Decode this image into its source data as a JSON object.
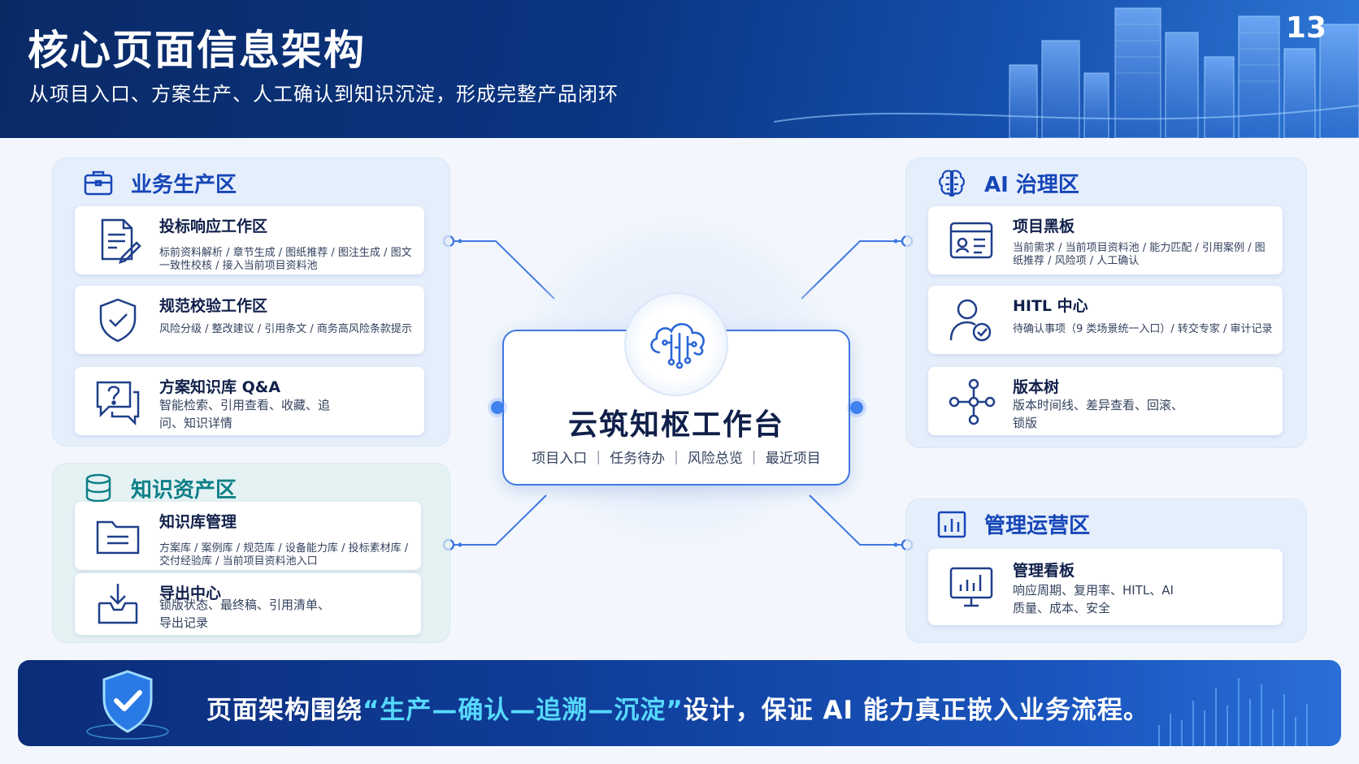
{
  "header": {
    "title": "核心页面信息架构",
    "subtitle": "从项目入口、方案生产、人工确认到知识沉淀，形成完整产品闭环",
    "page_number": "13"
  },
  "colors": {
    "primary": "#1646b8",
    "teal": "#0e7f86",
    "accent_cyan": "#57d9ff",
    "header_dark": "#0a2a66"
  },
  "zones": {
    "business": {
      "title": "业务生产区",
      "icon": "briefcase-icon",
      "cards": [
        {
          "title": "投标响应工作区",
          "desc": "标前资料解析 / 章节生成 / 图纸推荐 / 图注生成 / 图文一致性校核 / 接入当前项目资料池",
          "icon": "document-edit-icon"
        },
        {
          "title": "规范校验工作区",
          "desc": "风险分级 / 整改建议 / 引用条文 / 商务高风险条款提示",
          "icon": "shield-check-icon"
        },
        {
          "title": "方案知识库 Q&A",
          "desc": "智能检索、引用查看、收藏、追问、知识详情",
          "icon": "question-chat-icon"
        }
      ]
    },
    "knowledge": {
      "title": "知识资产区",
      "icon": "database-icon",
      "cards": [
        {
          "title": "知识库管理",
          "desc": "方案库 / 案例库 / 规范库 / 设备能力库 / 投标素材库 / 交付经验库 / 当前项目资料池入口",
          "icon": "folder-icon"
        },
        {
          "title": "导出中心",
          "desc": "锁版状态、最终稿、引用清单、导出记录",
          "icon": "export-tray-icon"
        }
      ]
    },
    "ai": {
      "title": "AI 治理区",
      "icon": "brain-icon",
      "cards": [
        {
          "title": "项目黑板",
          "desc": "当前需求 / 当前项目资料池 / 能力匹配 / 引用案例 / 图纸推荐 / 风险项 / 人工确认",
          "icon": "board-icon"
        },
        {
          "title": "HITL 中心",
          "desc": "待确认事项（9 类场景统一入口）/ 转交专家 / 审计记录",
          "icon": "user-check-icon"
        },
        {
          "title": "版本树",
          "desc": "版本时间线、差异查看、回滚、锁版",
          "icon": "version-tree-icon"
        }
      ]
    },
    "ops": {
      "title": "管理运营区",
      "icon": "bar-chart-icon",
      "cards": [
        {
          "title": "管理看板",
          "desc": "响应周期、复用率、HITL、AI 质量、成本、安全",
          "icon": "monitor-chart-icon"
        }
      ]
    }
  },
  "center": {
    "title": "云筑知枢工作台",
    "subtitle": "项目入口 ｜ 任务待办 ｜ 风险总览 ｜ 最近项目",
    "icon": "cloud-brain-icon"
  },
  "banner": {
    "text_before": "页面架构围绕",
    "text_highlight": "“生产—确认—追溯—沉淀”",
    "text_after": "设计，保证 AI 能力真正嵌入业务流程。",
    "icon": "shield-check-icon"
  }
}
